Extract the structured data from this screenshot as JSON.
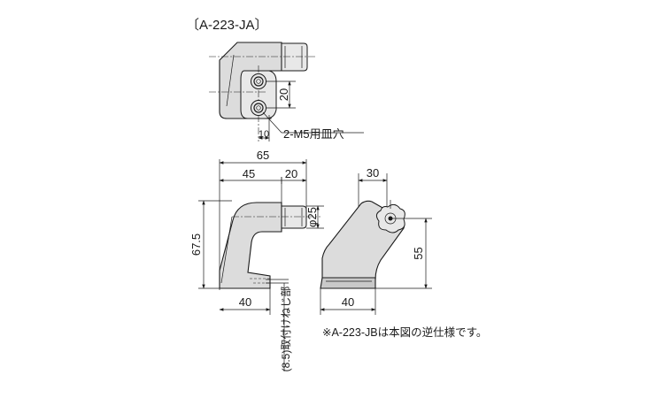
{
  "title": "〔A-223-JA〕",
  "top_view": {
    "dim_pitch": "20",
    "dim_offset": "10",
    "hole_note": "2-M5用皿穴"
  },
  "front_view": {
    "dim_total_width": "65",
    "dim_body_width": "45",
    "dim_knob_length": "20",
    "dim_knob_diameter": "φ25",
    "dim_height": "67.5",
    "dim_base_width": "40",
    "dim_thread_note": "(8.5)取付けねじ部"
  },
  "side_view": {
    "dim_top_width": "30",
    "dim_height": "55",
    "dim_base_width": "40"
  },
  "footnote": "※A-223-JBは本図の逆仕様です。"
}
